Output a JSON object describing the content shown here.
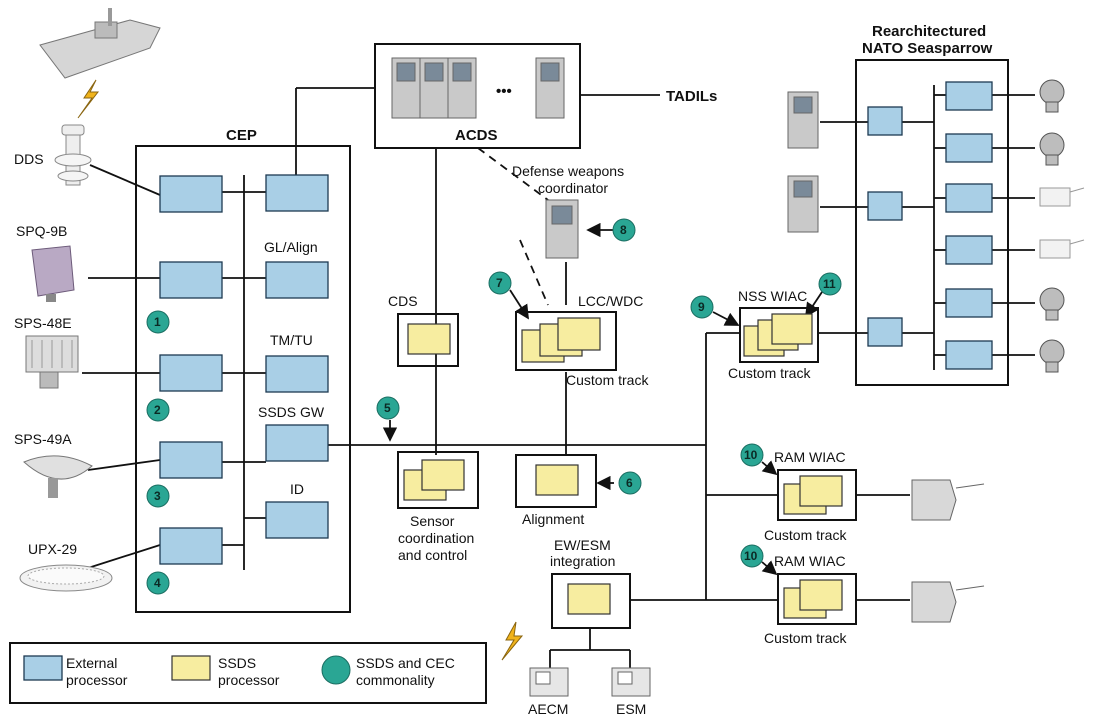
{
  "labels": {
    "cep": "CEP",
    "acds": "ACDS",
    "tadils": "TADILs",
    "nato": "Rearchitectured NATO Seasparrow",
    "nato_line1": "Rearchitectured",
    "nato_line2": "NATO Seasparrow",
    "dds": "DDS",
    "spq9b": "SPQ-9B",
    "sps48e": "SPS-48E",
    "sps49a": "SPS-49A",
    "upx29": "UPX-29",
    "gl_align": "GL/Align",
    "tm_tu": "TM/TU",
    "ssds_gw": "SSDS GW",
    "id": "ID",
    "cds": "CDS",
    "dwc_line1": "Defense weapons",
    "dwc_line2": "coordinator",
    "lcc_wdc": "LCC/WDC",
    "custom_track": "Custom track",
    "nss_wiac": "NSS WIAC",
    "ram_wiac": "RAM WIAC",
    "scc_line1": "Sensor",
    "scc_line2": "coordination",
    "scc_line3": "and control",
    "alignment": "Alignment",
    "ew_line1": "EW/ESM",
    "ew_line2": "integration",
    "aecm": "AECM",
    "esm": "ESM",
    "ellipsis": "•••"
  },
  "badges": [
    "1",
    "2",
    "3",
    "4",
    "5",
    "6",
    "7",
    "8",
    "9",
    "10",
    "11"
  ],
  "legend": {
    "external_line1": "External",
    "external_line2": "processor",
    "ssds_line1": "SSDS",
    "ssds_line2": "processor",
    "common_line1": "SSDS and CEC",
    "common_line2": "commonality"
  },
  "colors": {
    "external_processor": "#a9cfe6",
    "ssds_processor": "#f7eda0",
    "commonality_badge": "#2aa694"
  }
}
